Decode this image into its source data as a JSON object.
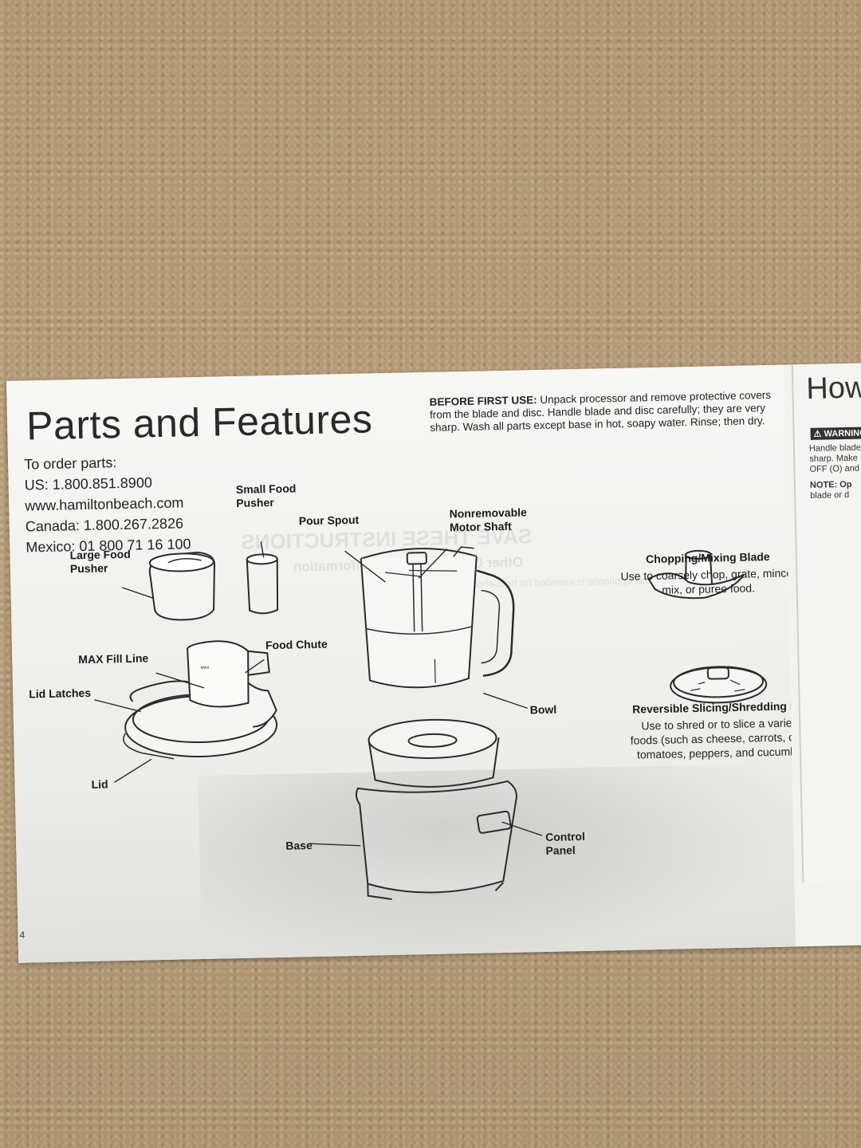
{
  "page": {
    "title": "Parts and Features",
    "page_number": "4"
  },
  "order_parts": {
    "heading": "To order parts:",
    "us": "US: 1.800.851.8900",
    "web": "www.hamiltonbeach.com",
    "canada": "Canada: 1.800.267.2826",
    "mexico": "Mexico: 01 800 71 16 100"
  },
  "before_first_use": {
    "label": "BEFORE FIRST USE:",
    "text": "Unpack processor and remove protective covers from the blade and disc. Handle blade and disc carefully; they are very sharp. Wash all parts except base in hot, soapy water. Rinse; then dry."
  },
  "parts": {
    "large_food_pusher": "Large Food Pusher",
    "small_food_pusher": "Small Food Pusher",
    "pour_spout": "Pour Spout",
    "nonremovable_motor_shaft": "Nonremovable Motor Shaft",
    "max_fill_line": "MAX Fill Line",
    "food_chute": "Food Chute",
    "lid_latches": "Lid Latches",
    "lid": "Lid",
    "bowl": "Bowl",
    "base": "Base",
    "control_panel": "Control Panel",
    "max_marking": "MAX"
  },
  "accessories": {
    "blade_title": "Chopping/Mixing Blade",
    "blade_desc": "Use to coarsely chop, grate, mince, mix, or puree food.",
    "disc_title": "Reversible Slicing/Shredding Disc",
    "disc_desc": "Use to shred or to slice a variety of foods (such as cheese, carrots, onions, tomatoes, peppers, and cucumbers)."
  },
  "next_page": {
    "title_fragment": "How",
    "warning": "WARNING",
    "line1": "Handle blade",
    "line2": "sharp. Make",
    "line3": "OFF (O) and",
    "line4": "NOTE: Op",
    "line5": "blade or d"
  },
  "ghost_text": {
    "heading": "SAVE THESE INSTRUCTIONS",
    "subheading": "Other Consumer Safety Information",
    "household": "This appliance is intended for household use only."
  }
}
